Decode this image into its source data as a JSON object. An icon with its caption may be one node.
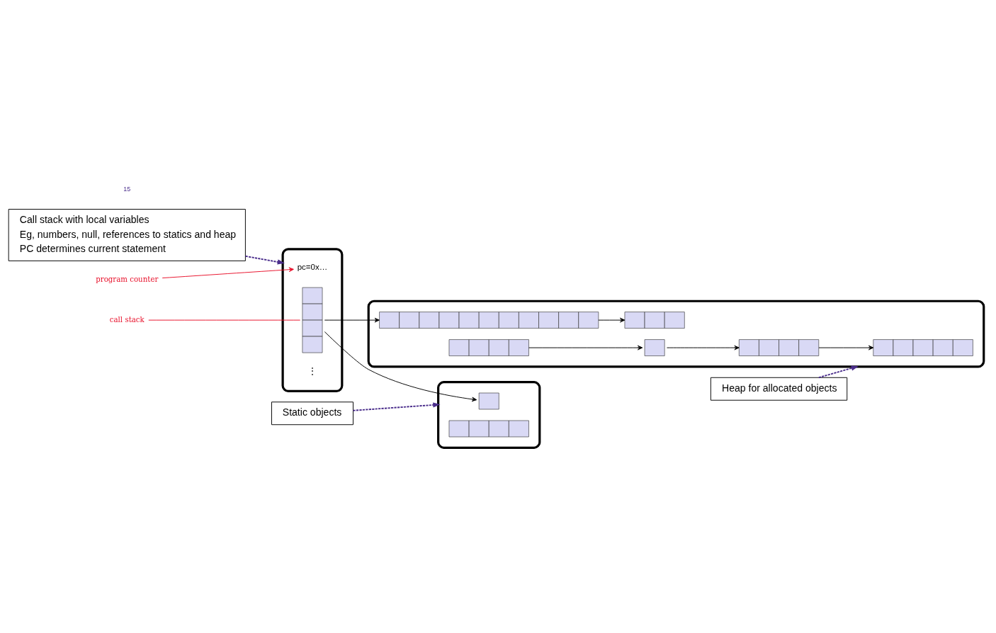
{
  "diagram": {
    "nodes": [
      {
        "text": [
          "Call stack with local variables",
          "Eg, numbers, null, references to statics and heap",
          "PC determines current statement"
        ]
      },
      {
        "text": [
          "Heap for allocated objects"
        ]
      },
      {
        "text": [
          "Static objects"
        ]
      },
      {
        "text": [],
        "shape": "ellipse"
      },
      {
        "text": [
          "program counter"
        ]
      },
      {
        "text": [
          "pc=0x…"
        ],
        "in": 3
      },
      {
        "text": [
          "call stack"
        ]
      },
      {
        "text": [],
        "shape": "box",
        "in": 3
      },
      {
        "text": [
          "⋮"
        ],
        "in": 3
      },
      {
        "text": [],
        "shape": "ellipse"
      },
      {
        "text": [],
        "shape": "box",
        "in": 9
      },
      {
        "text": [],
        "shape": "box",
        "in": 9
      },
      {
        "text": [],
        "shape": "box",
        "in": 9
      },
      {
        "text": [],
        "shape": "box",
        "in": 9
      },
      {
        "text": [],
        "shape": "box",
        "in": 9
      },
      {
        "text": [],
        "shape": "box",
        "in": 9
      },
      {
        "text": [],
        "shape": "ellipse"
      },
      {
        "text": [],
        "shape": "box",
        "in": 16
      },
      {
        "text": [],
        "shape": "box",
        "in": 16
      }
    ],
    "edges": [
      {
        "from": 0,
        "to": 3,
        "arrow": "to",
        "style": "dashed",
        "color": "#4b2e8c"
      },
      {
        "from": 1,
        "to": 9,
        "arrow": "to",
        "style": "dashed",
        "color": "#4b2e8c"
      },
      {
        "from": 2,
        "to": 16,
        "arrow": "to",
        "style": "dashed",
        "color": "#4b2e8c"
      },
      {
        "from": 4,
        "to": 5,
        "arrow": "to",
        "color": "#e8102a"
      },
      {
        "from": 6,
        "to": 7,
        "arrow": "none",
        "color": "#e8102a"
      },
      {
        "from": 7,
        "to": 11,
        "arrow": "to"
      },
      {
        "from": 7,
        "to": 17,
        "arrow": "to"
      },
      {
        "from": 11,
        "to": 12,
        "arrow": "to"
      },
      {
        "from": 13,
        "to": 14,
        "arrow": "to"
      },
      {
        "from": 14,
        "to": 15,
        "arrow": "to"
      },
      {
        "from": 15,
        "to": 10,
        "arrow": "to"
      }
    ],
    "labels": [
      "15"
    ]
  }
}
